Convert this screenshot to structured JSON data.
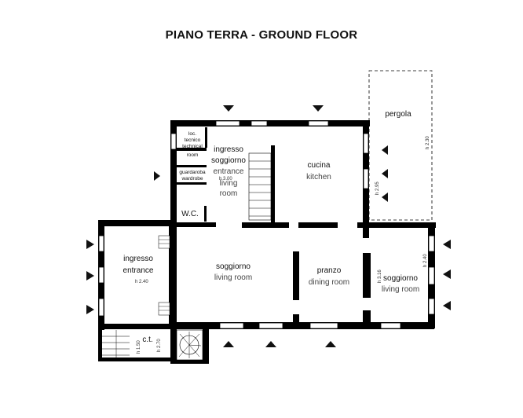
{
  "title": "PIANO TERRA - GROUND FLOOR",
  "rooms": {
    "loc_tecnico": [
      "loc.",
      "tecnico",
      "technical",
      "room"
    ],
    "guardaroba": [
      "guardaroba",
      "wardrobe"
    ],
    "wc": "W.C.",
    "ingresso_soggiorno": [
      "ingresso",
      "soggiorno",
      "entrance",
      "living",
      "room"
    ],
    "cucina": [
      "cucina",
      "kitchen"
    ],
    "pergola": "pergola",
    "ingresso_west": [
      "ingresso",
      "entrance"
    ],
    "soggiorno_center": [
      "soggiorno",
      "living room"
    ],
    "pranzo": [
      "pranzo",
      "dining room"
    ],
    "soggiorno_east": [
      "soggiorno",
      "living room"
    ],
    "ct": "c.t."
  },
  "heights": {
    "h300": "h 3.00",
    "h295": "h 2.95",
    "h230": "h 2.30",
    "h240_west": "h 2.40",
    "h316": "h 3.16",
    "h240_east": "h 2.40",
    "h270": "h 2.70",
    "h150": "h 1.50"
  }
}
